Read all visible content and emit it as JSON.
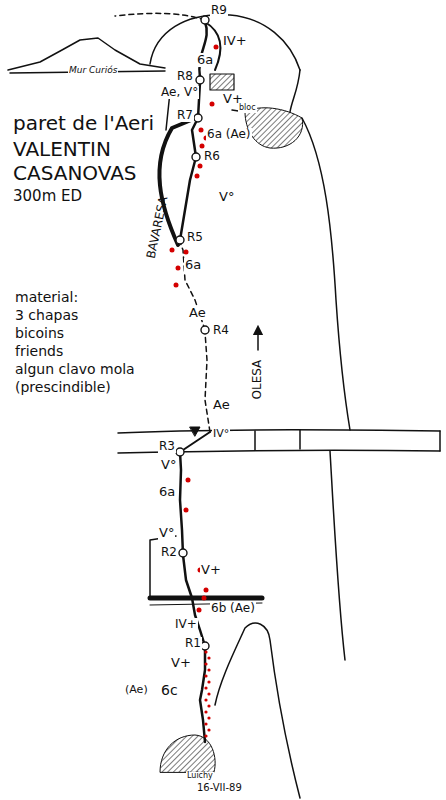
{
  "diagram": {
    "labels": [
      "R9",
      "IV+",
      "6a",
      "Mur Curiós",
      "R8",
      "Ae, V°",
      "V+",
      "bloc",
      "R7",
      "6a (Ae)",
      "R6",
      "V°",
      "BAVARESA",
      "R5",
      "6a",
      "Ae",
      "R4",
      "Ae",
      "OLESA",
      "R3",
      "IV°",
      "V°",
      "6a",
      "V°",
      "R2",
      "V+",
      "6b (Ae)",
      "IV+",
      "R1",
      "V+",
      "(Ae)",
      "6c",
      "Luichy",
      "16-VII-89",
      "paret de l'Aeri",
      "VALENTIN",
      "CASANOVAS",
      "300m ED",
      "material:",
      "3 chapas",
      "bicoins",
      "friends",
      "algun clavo mola",
      "(prescindible)"
    ]
  }
}
